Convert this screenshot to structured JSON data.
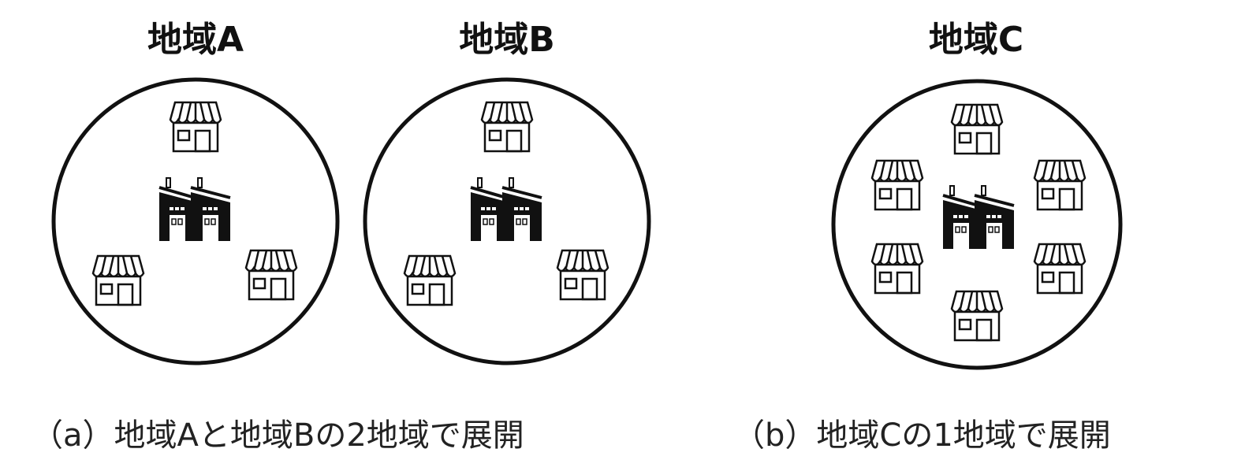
{
  "regions": [
    {
      "title": "地域A",
      "stores": 3,
      "factories": 1
    },
    {
      "title": "地域B",
      "stores": 3,
      "factories": 1
    },
    {
      "title": "地域C",
      "stores": 6,
      "factories": 1
    }
  ],
  "captions": {
    "a": "（a）地域Aと地域Bの2地域で展開",
    "b": "（b）地域Cの1地域で展開"
  },
  "icons": {
    "store": "store-icon",
    "factory": "factory-icon"
  },
  "colors": {
    "line": "#111111",
    "fill": "#ffffff"
  }
}
